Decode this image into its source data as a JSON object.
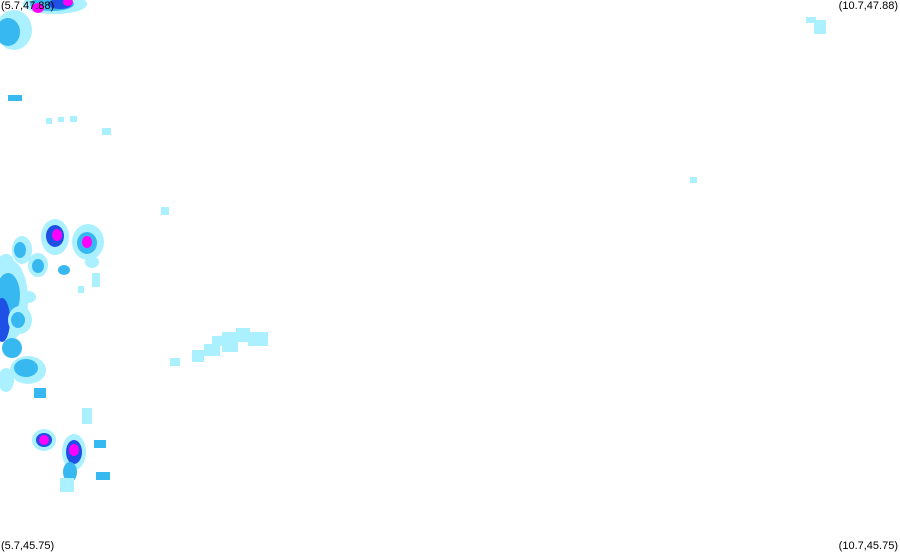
{
  "corners": {
    "top_left": "(5.7,47.88)",
    "top_right": "(10.7,47.88)",
    "bottom_left": "(5.7,45.75)",
    "bottom_right": "(10.7,45.75)"
  },
  "palette": {
    "light": "#aaf0ff",
    "medium": "#38b8f0",
    "strong": "#1e50e6",
    "intense": "#ff00ff"
  }
}
